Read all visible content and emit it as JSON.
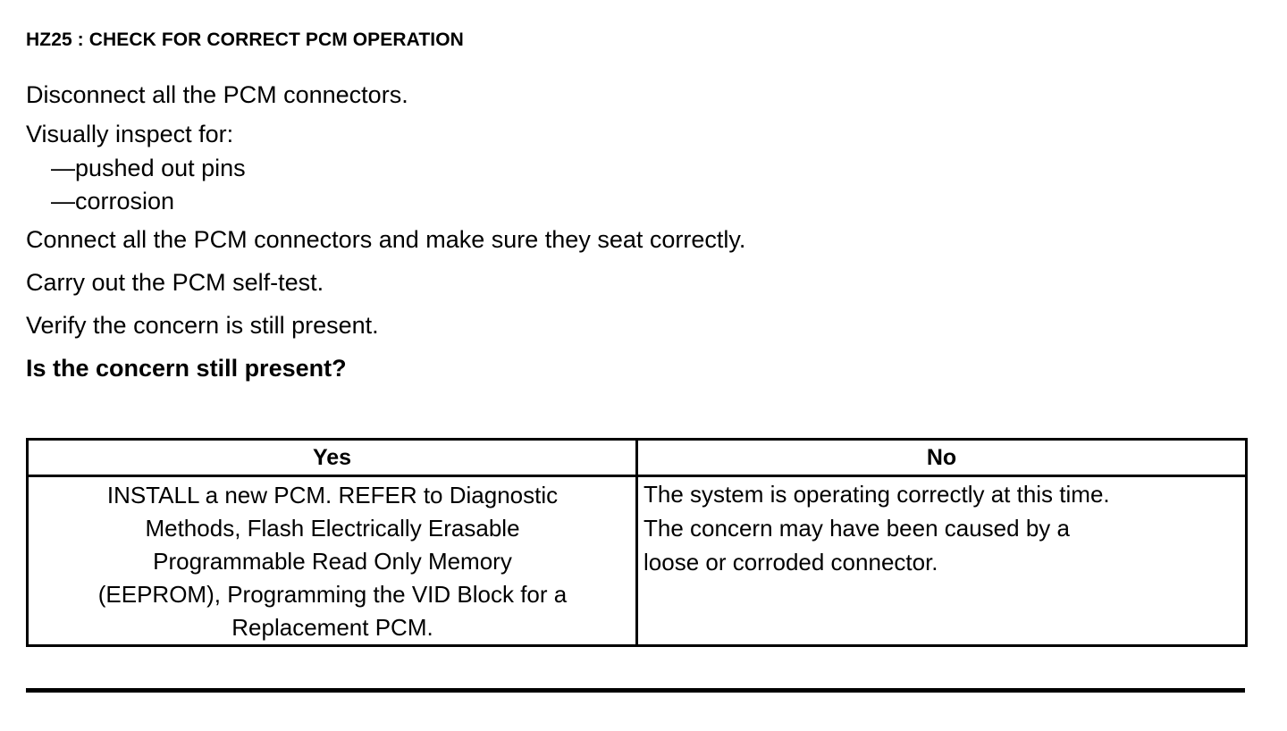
{
  "document": {
    "heading": "HZ25 : CHECK FOR CORRECT PCM OPERATION",
    "steps": [
      "Disconnect all the PCM connectors.",
      "Visually inspect for:"
    ],
    "inspect_items": [
      "—pushed out pins",
      "—corrosion"
    ],
    "steps_after": [
      "Connect all the PCM connectors and make sure they seat correctly.",
      "Carry out the PCM self-test.",
      "Verify the concern is still present."
    ],
    "question": "Is the concern still present?"
  },
  "decision_table": {
    "headers": {
      "yes": "Yes",
      "no": "No"
    },
    "yes_cell": {
      "full_text": "INSTALL a new PCM. REFER to Diagnostic Methods, Flash Electrically Erasable Programmable Read Only Memory (EEPROM), Programming the VID Block for a Replacement PCM.",
      "lines": [
        "INSTALL a new PCM. REFER to Diagnostic",
        "Methods, Flash Electrically Erasable",
        "Programmable Read Only Memory",
        "(EEPROM), Programming the VID Block for a",
        "Replacement PCM."
      ]
    },
    "no_cell": {
      "full_text": "The system is operating correctly at this time. The concern may have been caused by a loose or corroded connector.",
      "lines": [
        "The system is operating correctly at this time.",
        "The concern may have been caused by a",
        "loose or corroded connector."
      ]
    }
  },
  "colors": {
    "text": "#000000",
    "background": "#ffffff",
    "rule": "#000000"
  }
}
